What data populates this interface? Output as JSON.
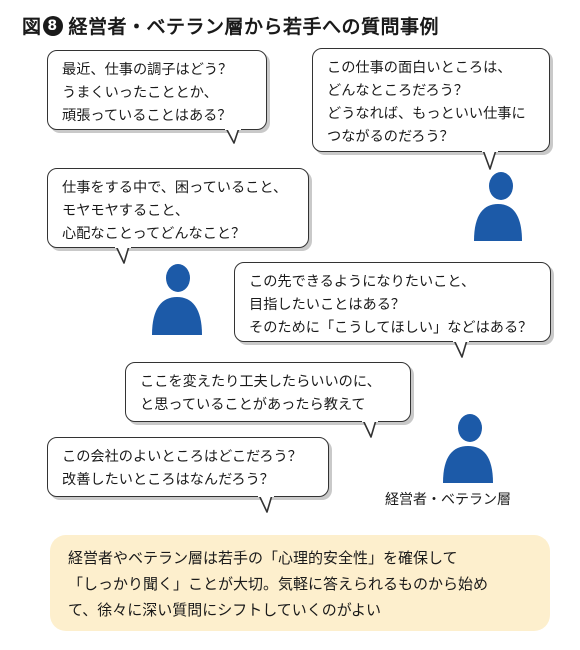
{
  "figure": {
    "title_prefix": "図",
    "number": "8",
    "title": "経営者・ベテラン層から若手への質問事例"
  },
  "bubbles": [
    {
      "id": "q1",
      "text": "最近、仕事の調子はどう？\nうまくいったこととか、\n頑張っていることはある？"
    },
    {
      "id": "q2",
      "text": "この仕事の面白いところは、\nどんなところだろう？\nどうなれば、もっといい仕事に\nつながるのだろう？"
    },
    {
      "id": "q3",
      "text": "仕事をする中で、困っていること、\nモヤモヤすること、\n心配なことってどんなこと？"
    },
    {
      "id": "q4",
      "text": "この先できるようになりたいこと、\n目指したいことはある？\nそのために「こうしてほしい」などはある？"
    },
    {
      "id": "q5",
      "text": "ここを変えたり工夫したらいいのに、\nと思っていることがあったら教えて"
    },
    {
      "id": "q6",
      "text": "この会社のよいところはどこだろう？\n改善したいところはなんだろう？"
    }
  ],
  "person_label": "経営者・ベテラン層",
  "note": "経営者やベテラン層は若手の「心理的安全性」を確保して\n「しっかり聞く」ことが大切。気軽に答えられるものから始め\nて、徐々に深い質問にシフトしていくのがよい",
  "colors": {
    "person": "#1c5aa8",
    "note_bg": "#fdefcd",
    "border": "#333333"
  },
  "icons": [
    "person-icon"
  ]
}
